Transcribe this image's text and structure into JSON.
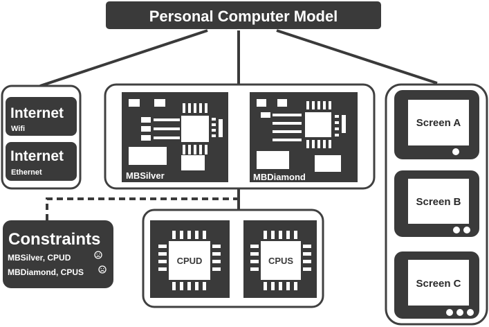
{
  "title": "Personal Computer Model",
  "internet": [
    {
      "label": "Internet",
      "sub": "Wifi"
    },
    {
      "label": "Internet",
      "sub": "Ethernet"
    }
  ],
  "motherboards": [
    {
      "label": "MBSilver"
    },
    {
      "label": "MBDiamond"
    }
  ],
  "cpus": [
    {
      "label": "CPUD"
    },
    {
      "label": "CPUS"
    }
  ],
  "screens": [
    {
      "label": "Screen A",
      "dots": 1
    },
    {
      "label": "Screen B",
      "dots": 2
    },
    {
      "label": "Screen C",
      "dots": 3
    }
  ],
  "constraints": {
    "title": "Constraints",
    "rows": [
      {
        "text": "MBSilver, CPUD",
        "icon": "sad-face-icon"
      },
      {
        "text": "MBDiamond,  CPUS",
        "icon": "sad-face-icon"
      }
    ]
  },
  "colors": {
    "dark": "#3a3a3a",
    "outline": "#404040",
    "white": "#ffffff",
    "light": "#f2f2f2"
  }
}
